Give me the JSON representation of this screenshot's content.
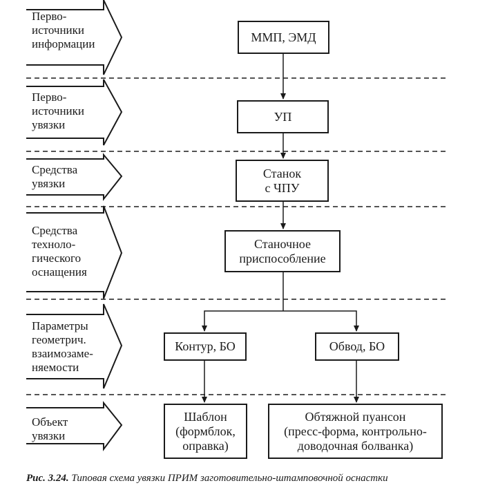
{
  "rows": [
    {
      "label": "Перво-\nисточники\nинформации"
    },
    {
      "label": "Перво-\nисточники\nувязки"
    },
    {
      "label": "Средства\nувязки"
    },
    {
      "label": "Средства\nтехноло-\nгического\nоснащения"
    },
    {
      "label": "Параметры\nгеометрич.\nвзаимозаме-\nняемости"
    },
    {
      "label": "Объект\nувязки"
    }
  ],
  "nodes": {
    "mmp": "ММП, ЭМД",
    "up": "УП",
    "stanok": "Станок\nс ЧПУ",
    "prisposoblenie": "Станочное\nприспособление",
    "kontur": "Контур, БО",
    "obvod": "Обвод, БО",
    "shablon": "Шаблон\n(формблок,\nоправка)",
    "puanson": "Обтяжной пуансон\n(пресс-форма, контрольно-\nдоводочная болванка)"
  },
  "caption": {
    "number": "Рис. 3.24.",
    "text": "Типовая схема увязки ПРИМ заготовительно-штамповочной оснастки"
  }
}
